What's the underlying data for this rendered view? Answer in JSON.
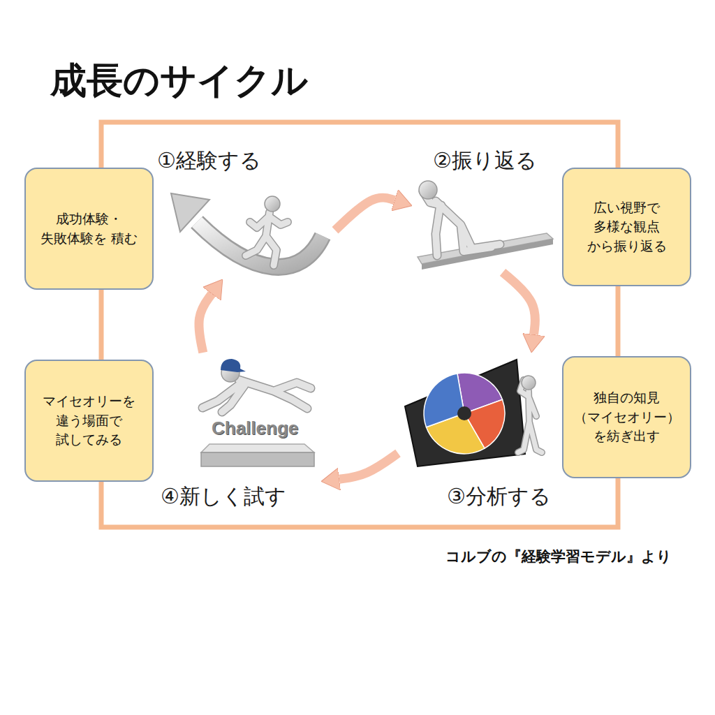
{
  "diagram": {
    "title": "成長のサイクル",
    "caption": "コルブの『経験学習モデル』より",
    "nodes": [
      {
        "text": [
          "成功体験・ 失敗体験を 積む"
        ]
      },
      {
        "text": [
          "①経験する"
        ]
      },
      {
        "text": [
          "②振り返る"
        ]
      },
      {
        "text": [
          "広い視野で 多様な観点 から振り返る"
        ]
      },
      {
        "text": [
          "マイセオリーを 違う場面で 試してみる"
        ]
      },
      {
        "text": [
          "④新しく試す"
        ]
      },
      {
        "text": [
          "③分析する"
        ]
      },
      {
        "text": [
          "独自の知見 （マイセオリー） を紡ぎ出す"
        ]
      }
    ],
    "edges": [
      {
        "from": 1,
        "to": 2,
        "arrow": "to"
      },
      {
        "from": 2,
        "to": 6,
        "arrow": "to"
      },
      {
        "from": 6,
        "to": 5,
        "arrow": "to"
      },
      {
        "from": 5,
        "to": 1,
        "arrow": "to"
      }
    ],
    "labels": [
      "Challenge"
    ]
  }
}
